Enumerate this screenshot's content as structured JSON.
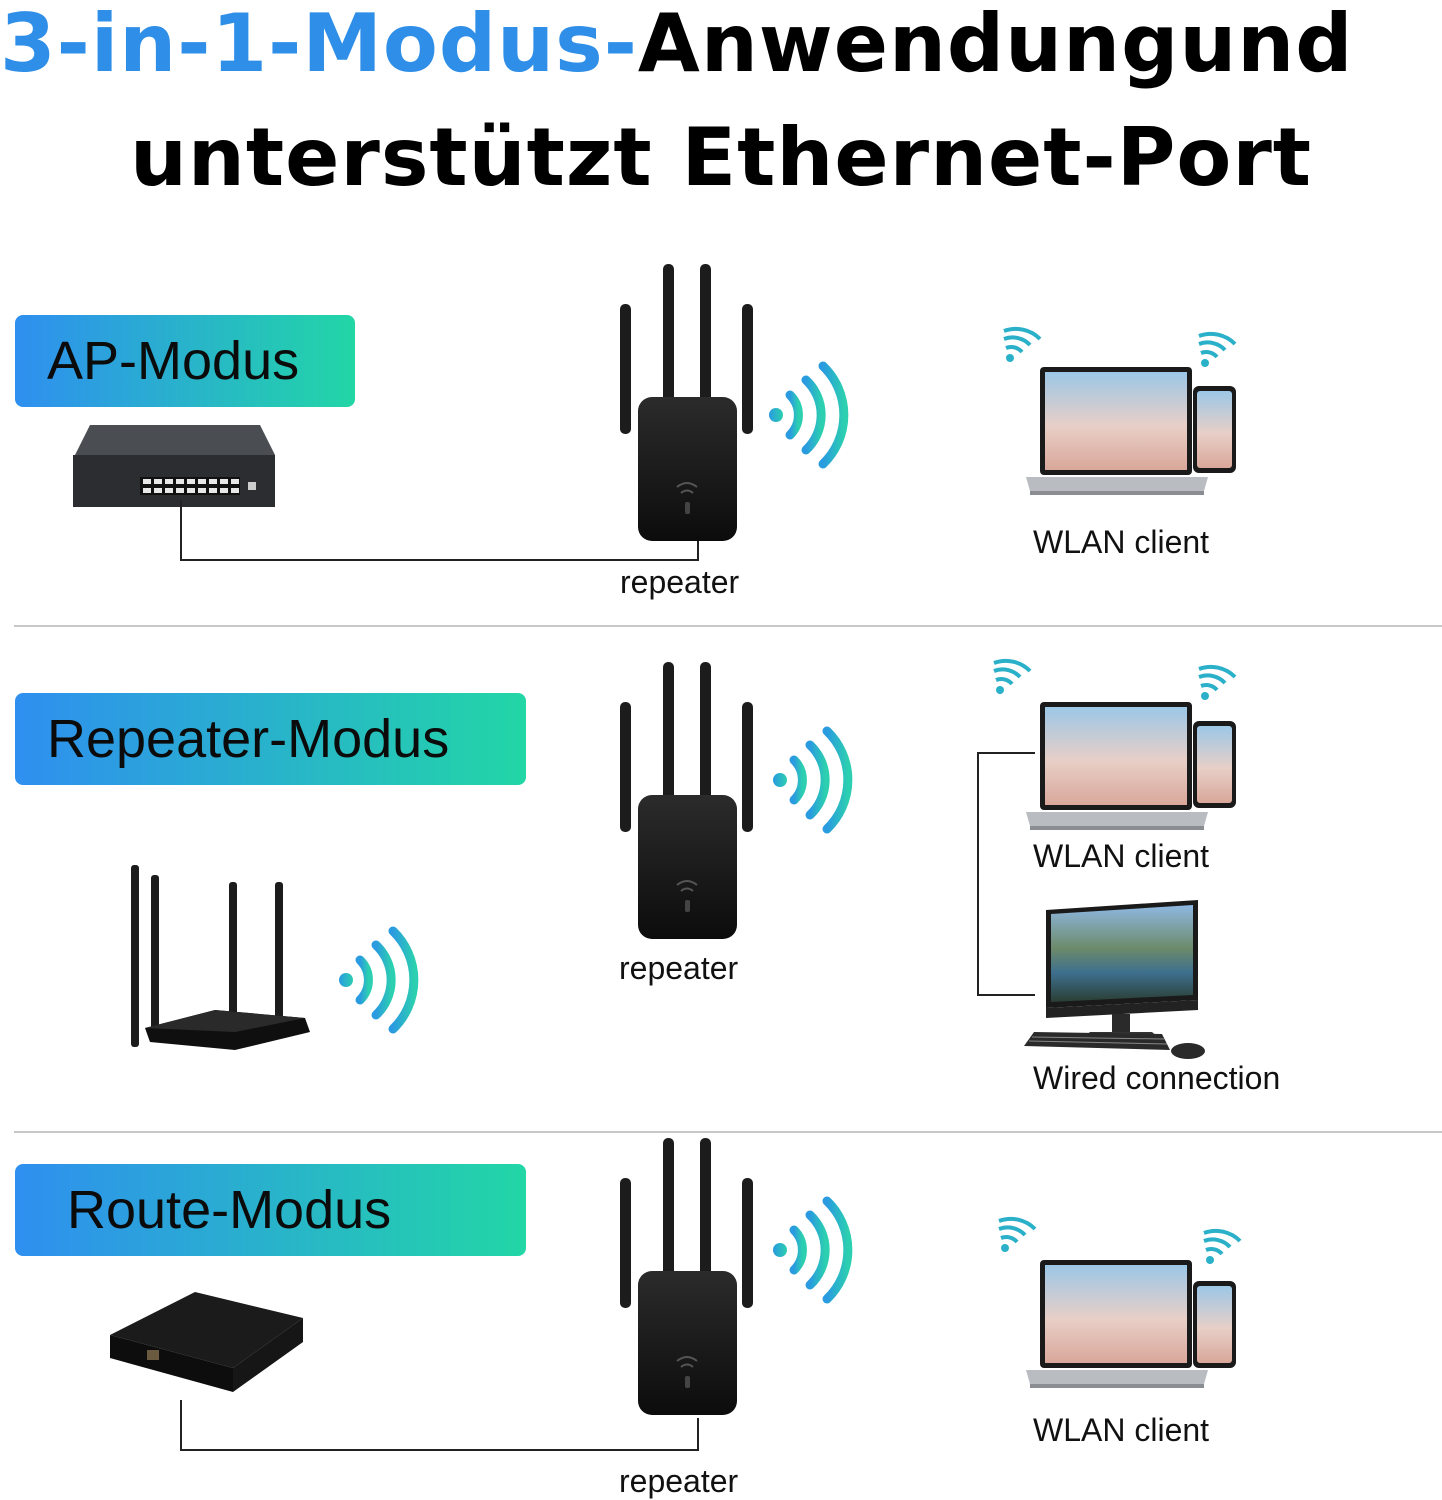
{
  "header": {
    "title_highlight": "3-in-1-Modus-",
    "title_rest": "Anwendungund",
    "title_line2": "unterstützt Ethernet-Port"
  },
  "sections": [
    {
      "mode_label": "AP-Modus",
      "repeater_label": "repeater",
      "wlan_label": "WLAN client"
    },
    {
      "mode_label": "Repeater-Modus",
      "repeater_label": "repeater",
      "wlan_label": "WLAN client",
      "wired_label": "Wired connection"
    },
    {
      "mode_label": "Route-Modus",
      "repeater_label": "repeater",
      "wlan_label": "WLAN client"
    }
  ],
  "colors": {
    "title_blue": "#2f8fe8",
    "badge_start": "#2f8ff0",
    "badge_end": "#22d6a6",
    "signal_start": "#2a9be0",
    "signal_end": "#2ccfb0",
    "device_black": "#111111"
  },
  "icons": [
    "network-switch-icon",
    "repeater-icon",
    "wifi-signal-icon",
    "laptop-icon",
    "phone-icon",
    "router-icon",
    "desktop-monitor-icon",
    "keyboard-icon",
    "mouse-icon",
    "modem-box-icon"
  ]
}
